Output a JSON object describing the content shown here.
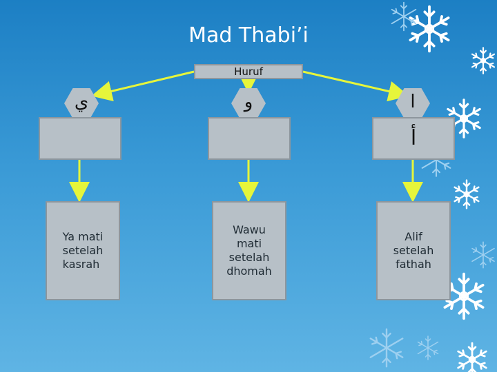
{
  "title": "Mad Thabi’i",
  "root": {
    "label": "Huruf"
  },
  "branches": [
    {
      "letter": "ي",
      "box_text": "",
      "description": "Ya mati\nsetelah\nkasrah"
    },
    {
      "letter": "و",
      "box_text": "",
      "description": "Wawu\nmati\nsetelah\ndhomah"
    },
    {
      "letter": "ا",
      "box_text": "أ",
      "description": "Alif\nsetelah\nfathah"
    }
  ],
  "colors": {
    "background_top": "#1c7fc4",
    "background_bottom": "#5fb4e4",
    "node_fill": "#b7c0c7",
    "node_border": "#8d969d",
    "connector": "#e6f53b"
  },
  "decoration": "snowflake-pattern"
}
